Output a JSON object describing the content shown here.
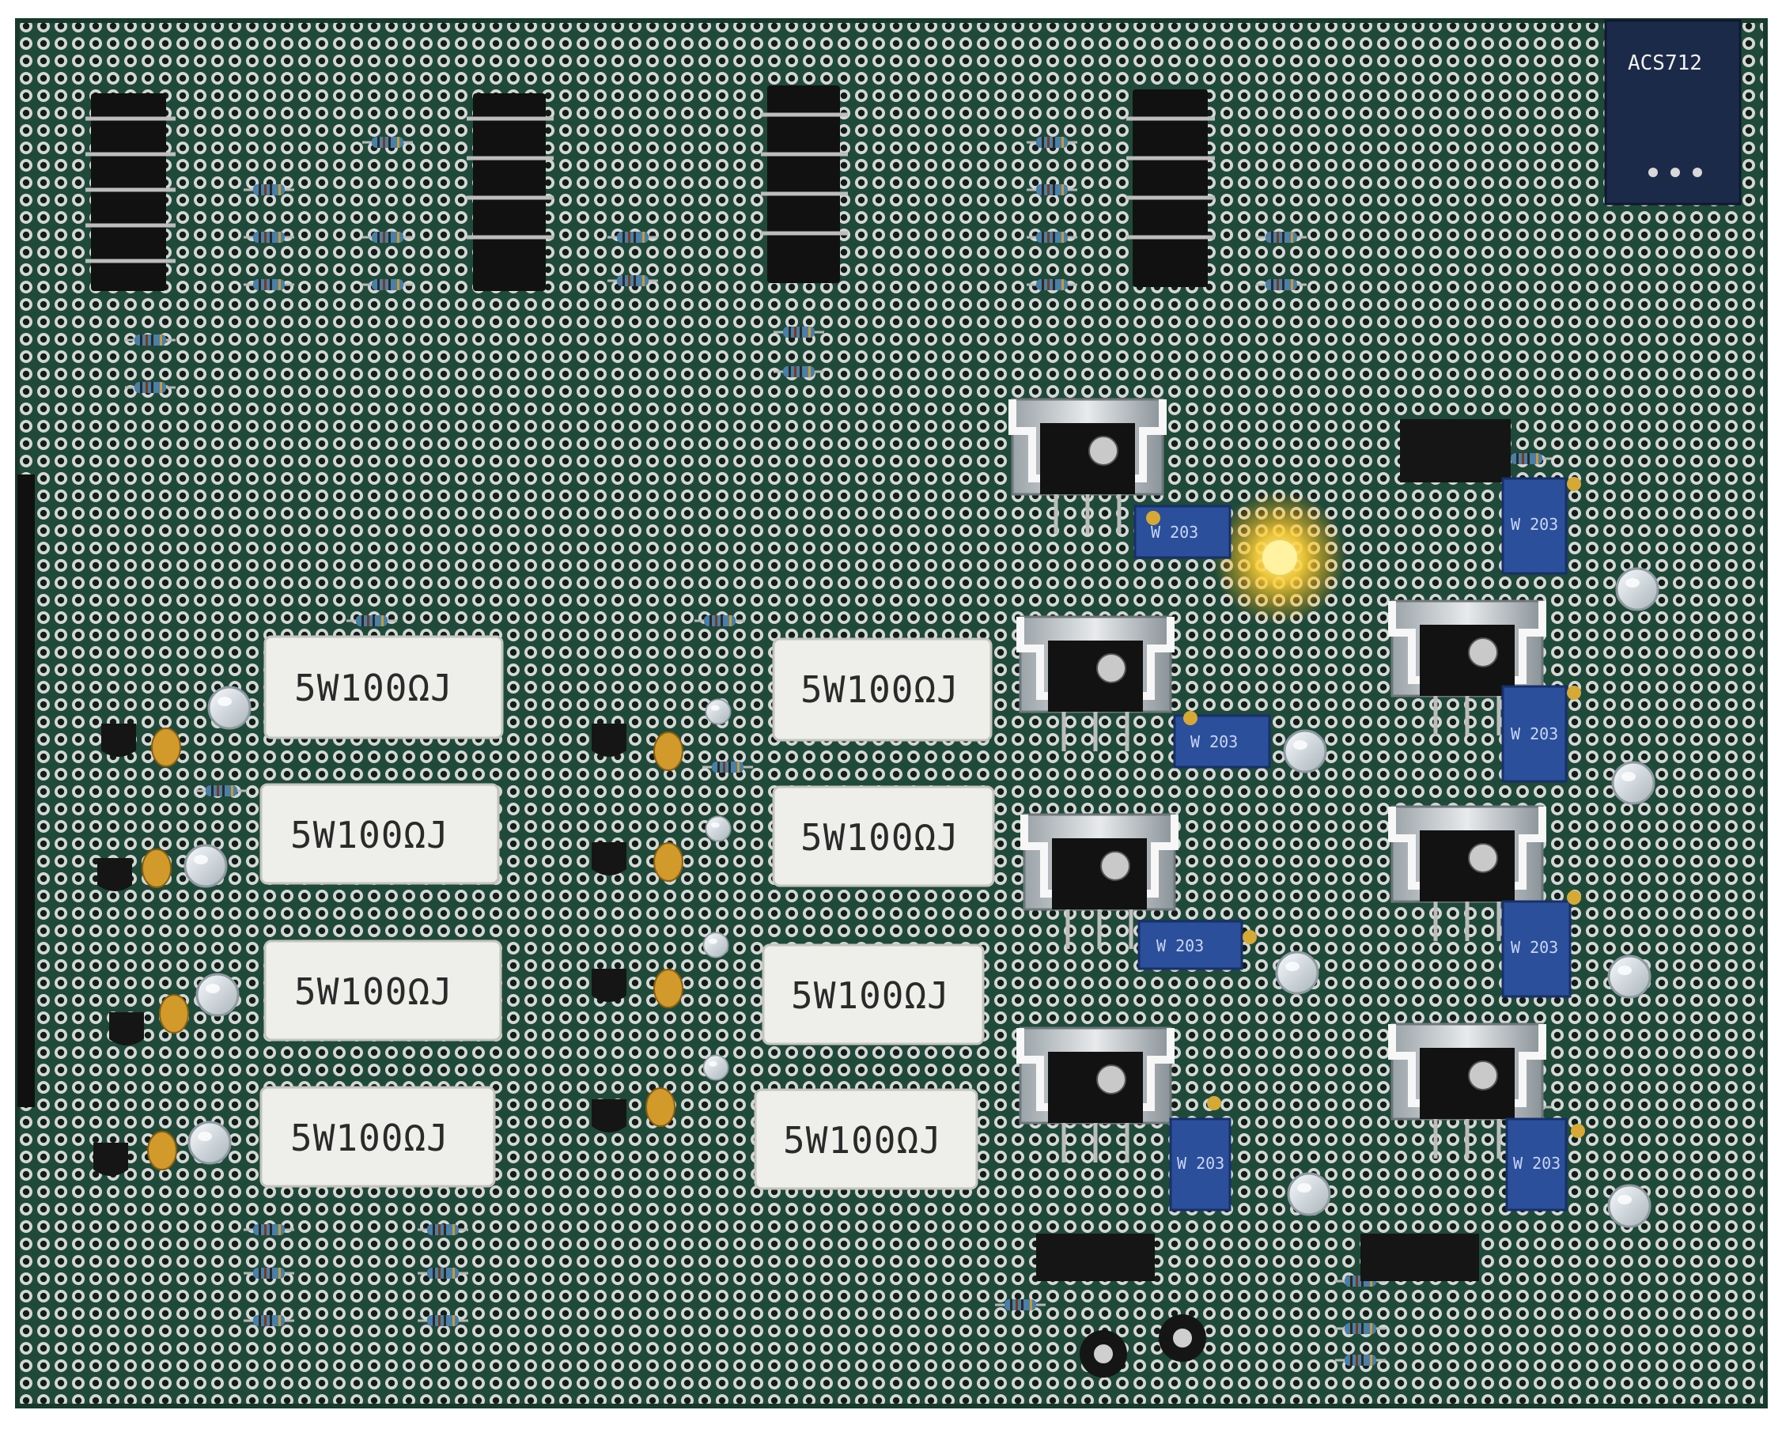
{
  "board": {
    "colors": {
      "background": "#ffffff",
      "pcb": "#1f4a3a",
      "pad": "#d9d9d9",
      "hole": "#0f1f18",
      "chip": "#111111",
      "power_resistor": "#eeeeea",
      "heatsink": "#dcdcdc",
      "regulator": "#141414",
      "trimpot": "#2b4f9a",
      "led_on": "#ffd23a",
      "led_off": "#e8ede8",
      "cap_ceramic": "#d29a2a",
      "resistor_body": "#4a7fa6"
    },
    "sensor_module_label": "ACS712",
    "power_resistor_label": "5W100ΩJ",
    "trimpot_label": "W 203"
  }
}
